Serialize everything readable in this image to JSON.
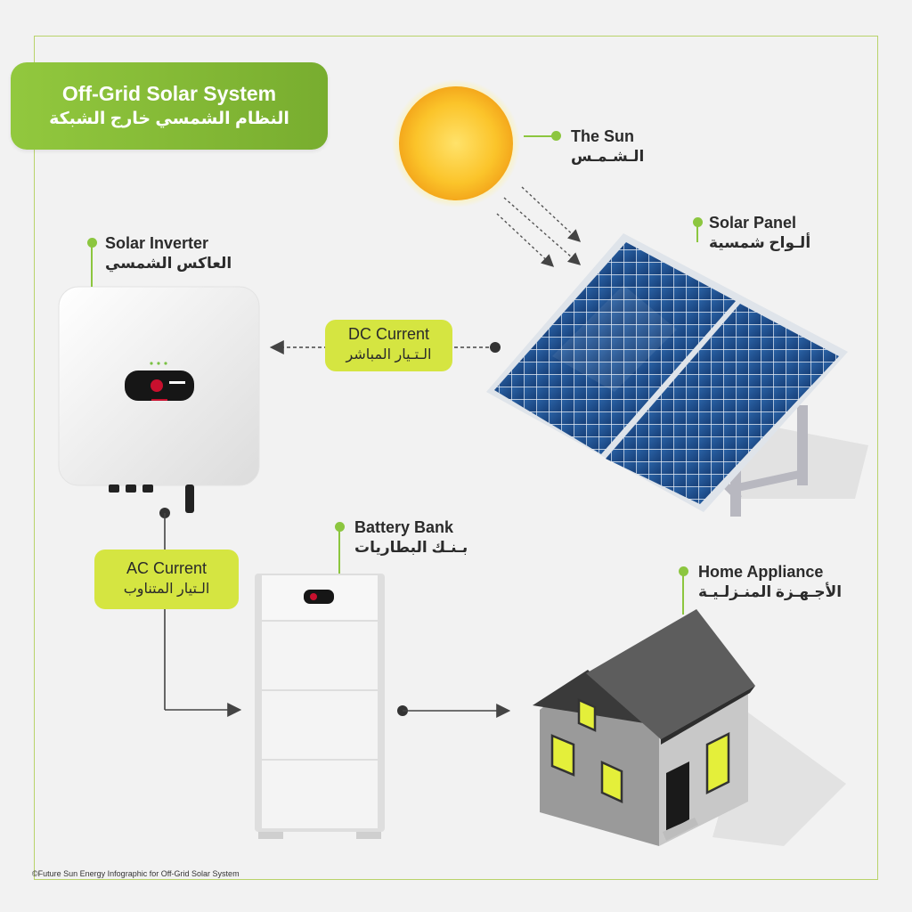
{
  "header": {
    "title_en": "Off-Grid Solar System",
    "title_ar": "النظام الشمسي خارج الشبكة"
  },
  "components": {
    "sun": {
      "en": "The Sun",
      "ar": "الـشـمـس"
    },
    "solar_panel": {
      "en": "Solar Panel",
      "ar": "ألـواح شمسية"
    },
    "solar_inverter": {
      "en": "Solar Inverter",
      "ar": "العاكس الشمسي"
    },
    "battery_bank": {
      "en": "Battery Bank",
      "ar": "بـنـك البطاريات"
    },
    "home_appliance": {
      "en": "Home Appliance",
      "ar": "الأجـهـزة المنـزلـيـة"
    }
  },
  "flows": {
    "dc": {
      "en": "DC Current",
      "ar": "الـتـيار المباشر"
    },
    "ac": {
      "en": "AC Current",
      "ar": "الـتيار المتناوب"
    }
  },
  "footer": {
    "credit": "©Future Sun Energy Infographic for Off-Grid Solar System"
  },
  "colors": {
    "accent_green": "#8cc63f",
    "pill_yellow": "#d5e541",
    "panel_blue": "#1f4e8c",
    "sun_yellow": "#f7c22b",
    "window_yellow": "#e4ef3a"
  }
}
